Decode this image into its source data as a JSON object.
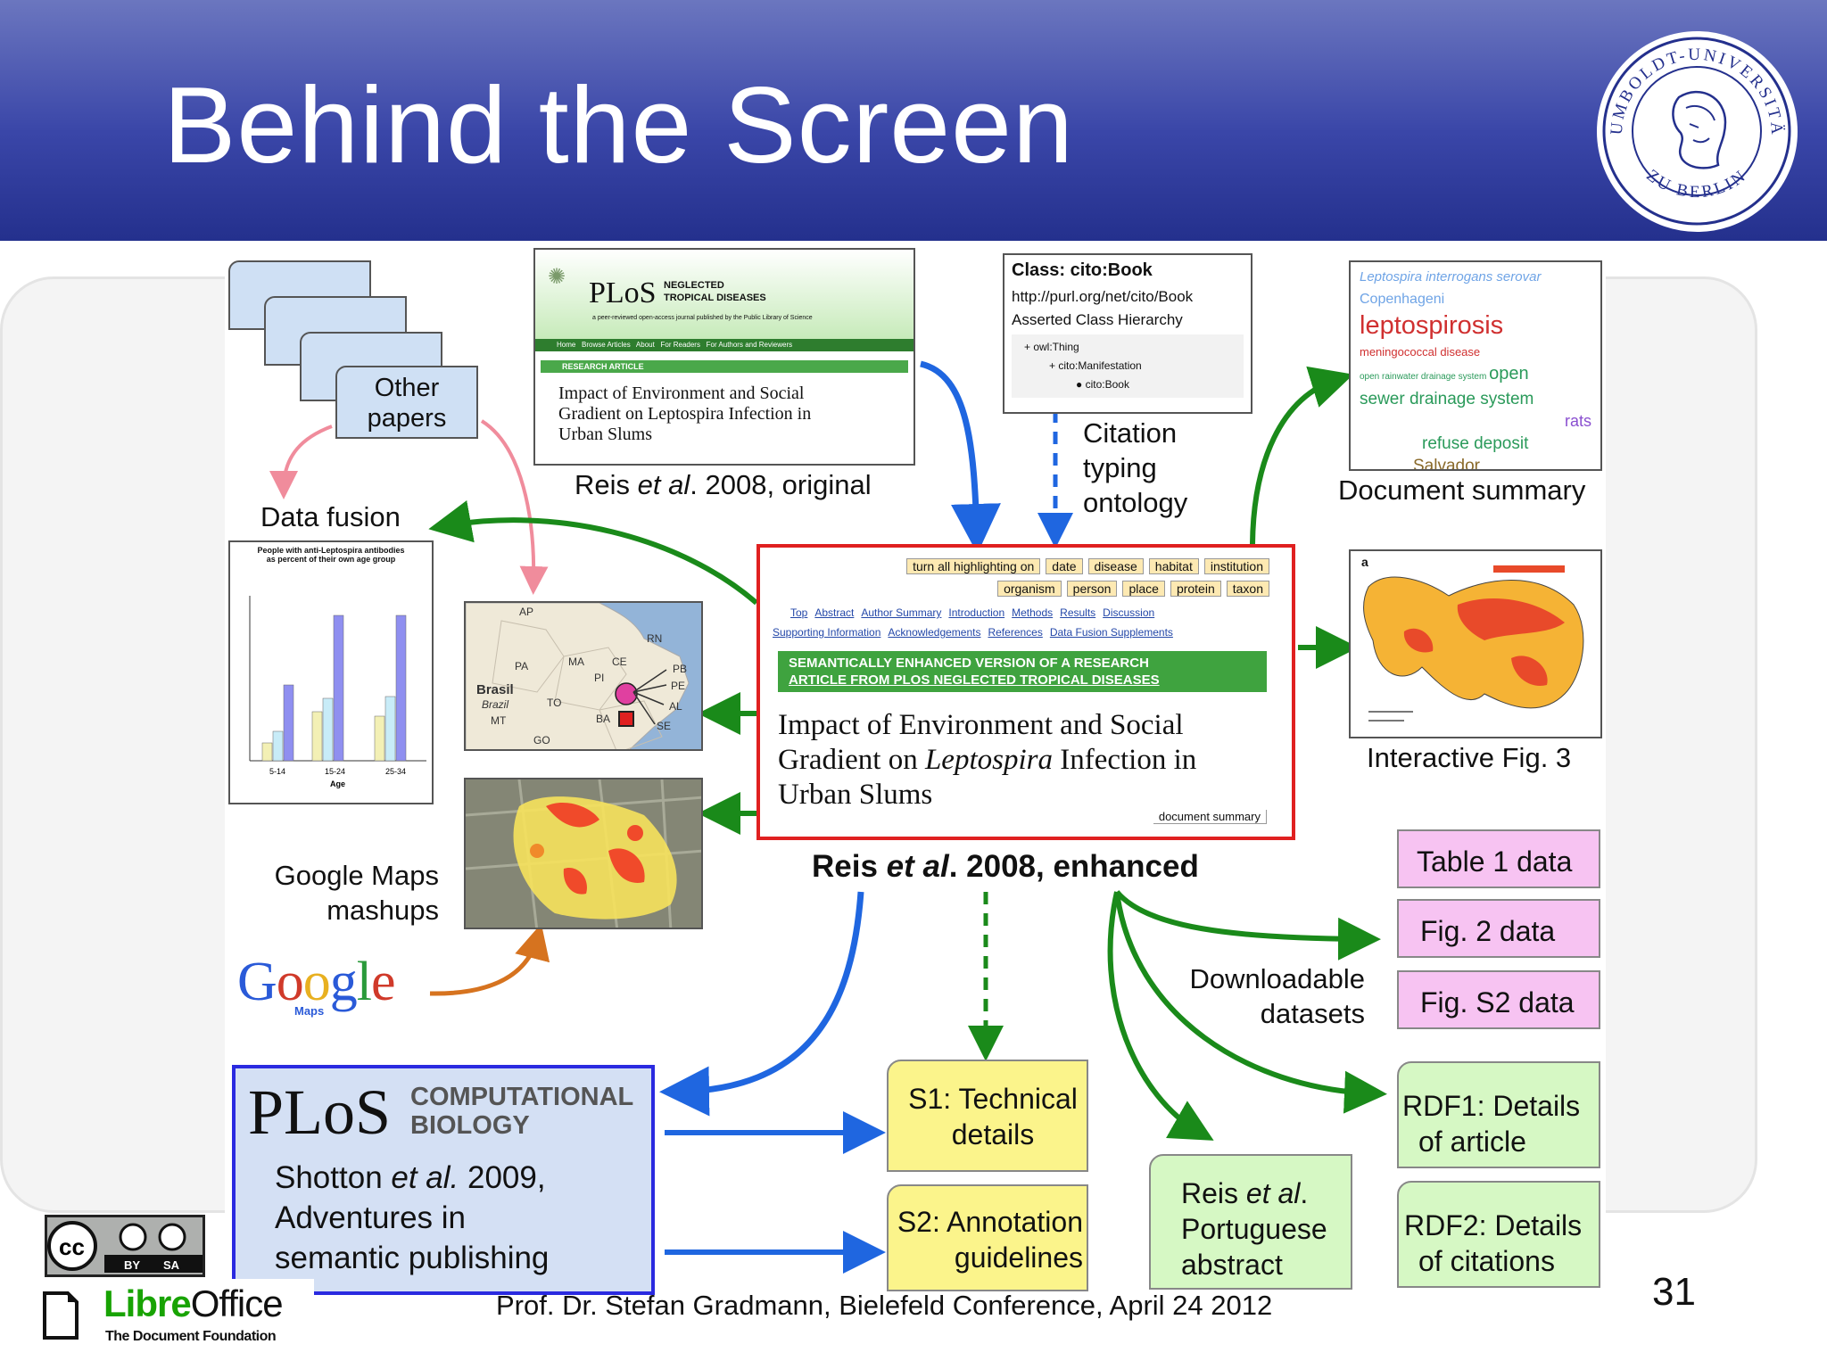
{
  "slide": {
    "title": "Behind the Screen",
    "page_number": "31",
    "footer": "Prof. Dr. Stefan Gradmann, Bielefeld Conference, April 24 2012"
  },
  "seal": {
    "text_top": "HUMBOLDT-UNIVERSITÄT",
    "text_bottom": "ZU BERLIN"
  },
  "other_papers": {
    "label_line1": "Other",
    "label_line2": "papers"
  },
  "data_fusion": {
    "label": "Data fusion",
    "chart_title_line1": "People with anti-Leptospira antibodies",
    "chart_title_line2": "as percent of their own age group",
    "xlabel": "Age",
    "categories": [
      "5-14",
      "15-24",
      "25-34"
    ]
  },
  "original": {
    "journal_line1": "NEGLECTED",
    "journal_line2": "TROPICAL DISEASES",
    "journal_tagline": "a peer-reviewed open-access journal published by the Public Library of Science",
    "nav": "Home   Browse Articles   About   For Readers   For Authors and Reviewers",
    "article_type": "RESEARCH ARTICLE",
    "title_line1": "Impact of Environment and Social",
    "title_line2": "Gradient on Leptospira Infection in",
    "title_line3": "Urban Slums",
    "caption_pre": "Reis ",
    "caption_em": "et al",
    "caption_post": ". 2008, original"
  },
  "cito": {
    "class": "Class: cito:Book",
    "url": "http://purl.org/net/cito/Book",
    "hierarchy": "Asserted Class Hierarchy",
    "item1": "+ owl:Thing",
    "item2": "+ cito:Manifestation",
    "item3": "cito:Book",
    "caption_line1": "Citation",
    "caption_line2": "typing",
    "caption_line3": "ontology"
  },
  "doc_summary": {
    "cloud1": "Leptospira interrogans serovar",
    "cloud2": "Copenhageni",
    "cloud3": "leptospirosis",
    "cloud4": "meningococcal disease",
    "cloud5": "open rainwater drainage system",
    "cloud5b": "open",
    "cloud6": "sewer drainage system",
    "cloud7": "rats",
    "cloud8": "refuse deposit",
    "cloud9": "Salvador",
    "caption": "Document summary"
  },
  "enhanced": {
    "tags_row1": [
      "turn all highlighting on",
      "date",
      "disease",
      "habitat",
      "institution"
    ],
    "tags_row2": [
      "organism",
      "person",
      "place",
      "protein",
      "taxon"
    ],
    "links_row1": [
      "Top",
      "Abstract",
      "Author Summary",
      "Introduction",
      "Methods",
      "Results",
      "Discussion"
    ],
    "links_row2": [
      "Supporting Information",
      "Acknowledgements",
      "References",
      "Data Fusion Supplements"
    ],
    "banner_line1": "SEMANTICALLY ENHANCED VERSION OF A RESEARCH",
    "banner_line2": "ARTICLE FROM PLOS NEGLECTED TROPICAL DISEASES",
    "title_line1": "Impact of Environment and Social",
    "title_line2_pre": "Gradient on ",
    "title_line2_em": "Leptospira",
    "title_line2_post": " Infection in",
    "title_line3": "Urban Slums",
    "summary_button": "document summary",
    "caption_pre": "Reis ",
    "caption_em": "et al",
    "caption_post": ". 2008, enhanced"
  },
  "map": {
    "country": "Brasil",
    "country2": "Brazil",
    "states": [
      "AP",
      "RN",
      "PA",
      "MA",
      "CE",
      "PB",
      "PI",
      "PE",
      "TO",
      "AL",
      "MT",
      "BA",
      "SE",
      "GO"
    ]
  },
  "google": {
    "label_line1": "Google Maps",
    "label_line2": "mashups",
    "logo": "Google",
    "logo_sub": "Maps"
  },
  "interactive_fig": {
    "caption": "Interactive Fig. 3",
    "panel": "a"
  },
  "downloads": {
    "label_line1": "Downloadable",
    "label_line2": "datasets",
    "table1": "Table 1 data",
    "fig2": "Fig. 2 data",
    "figs2": "Fig. S2 data"
  },
  "rdf": {
    "rdf1_line1": "RDF1: Details",
    "rdf1_line2": "of article",
    "rdf2_line1": "RDF2: Details",
    "rdf2_line2": "of citations"
  },
  "supplements": {
    "s1_line1": "S1: Technical",
    "s1_line2": "details",
    "s2_line1": "S2: Annotation",
    "s2_line2": "guidelines"
  },
  "portuguese": {
    "line1_pre": "Reis ",
    "line1_em": "et al",
    "line1_post": ".",
    "line2": "Portuguese",
    "line3": "abstract"
  },
  "plos_comp": {
    "logo": "PLoS",
    "journal_line1": "COMPUTATIONAL",
    "journal_line2": "BIOLOGY",
    "line1_pre": "Shotton ",
    "line1_em": "et al.",
    "line1_post": " 2009,",
    "line2": "Adventures in",
    "line3": "semantic publishing"
  },
  "license": {
    "cc": "cc",
    "by": "BY",
    "sa": "SA"
  },
  "libreoffice": {
    "name_a": "Libre",
    "name_b": "Office",
    "foundation": "The Document Foundation"
  },
  "colors": {
    "header": "#2b3795",
    "green_arrow": "#1a8a1a",
    "blue_arrow": "#1f66e0",
    "pink_arrow": "#f08c9c",
    "orange_arrow": "#d6731f",
    "enhanced_border": "#e02020",
    "plos_border": "#2a2ae0"
  }
}
